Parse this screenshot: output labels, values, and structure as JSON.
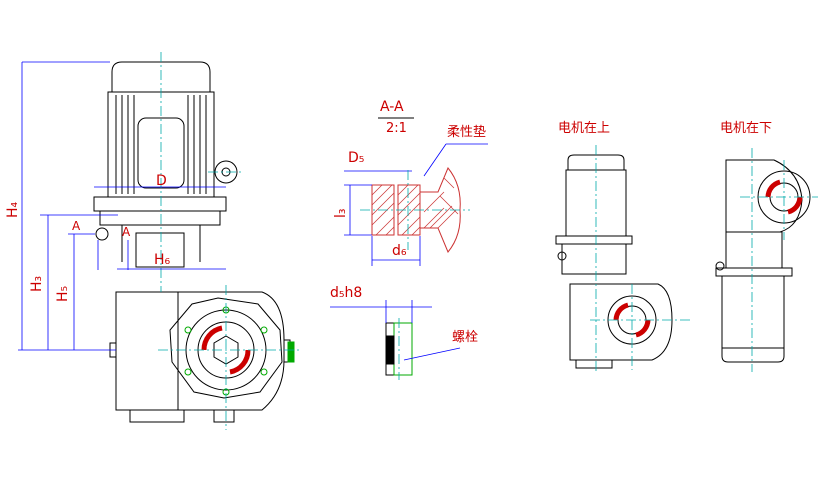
{
  "colors": {
    "outline": "#000000",
    "dimension": "#0000ff",
    "centerline": "#00aaaa",
    "accent": "#cc0000",
    "hatch": "#cc3333",
    "green": "#00aa00"
  },
  "main_view": {
    "dims": {
      "h4": "H₄",
      "h3": "H₃",
      "h5": "H₅",
      "h6": "H₆",
      "d": "D",
      "a_left": "A",
      "a_right": "A"
    }
  },
  "section_view": {
    "title": "A-A",
    "scale": "2:1",
    "pad_label": "柔性垫",
    "d5": "D₅",
    "l3": "l₃",
    "d6": "d₆"
  },
  "bolt_view": {
    "fit": "d₅h8",
    "bolt_label": "螺栓"
  },
  "motor_top_view": {
    "title": "电机在上"
  },
  "motor_bottom_view": {
    "title": "电机在下"
  }
}
